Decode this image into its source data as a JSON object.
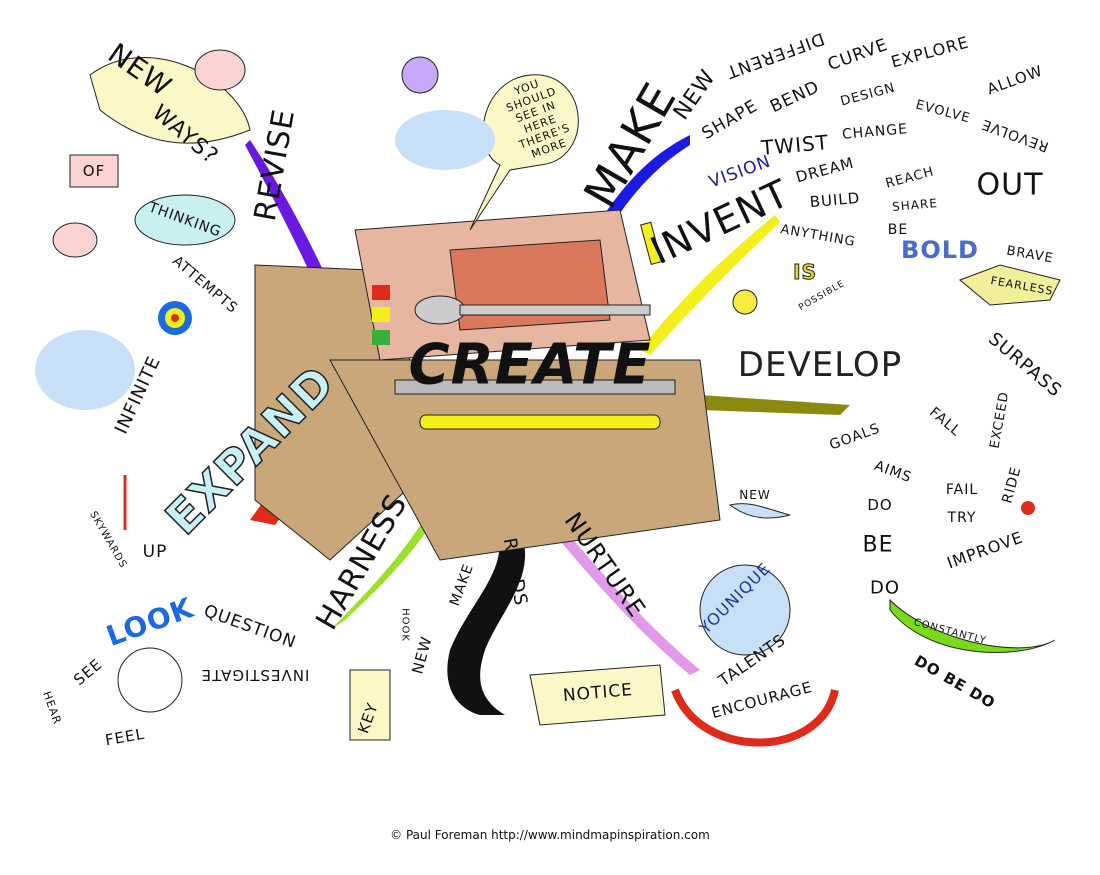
{
  "center": "CREATE",
  "bubble": "YOU SHOULD SEE IN HERE THERE'S MORE",
  "top_left": {
    "new": "NEW",
    "ways": "WAYS?",
    "of": "OF",
    "thinking": "THINKING",
    "revise": "REVISE"
  },
  "make": {
    "make": "MAKE",
    "new": "NEW",
    "different": "DIFFERENT",
    "shape": "SHAPE",
    "bend": "BEND",
    "curve": "CURVE",
    "explore": "EXPLORE",
    "twist": "TWIST",
    "design": "DESIGN",
    "change": "CHANGE",
    "evolve": "EVOLVE",
    "allow": "ALLOW",
    "revolve": "REVOLVE",
    "vision": "VISION"
  },
  "invent": {
    "i": "I",
    "invent": "INVENT",
    "dream": "DREAM",
    "build": "BUILD",
    "reach": "REACH",
    "share": "SHARE",
    "out": "OUT",
    "anything": "ANYTHING",
    "be": "BE",
    "bold": "BOLD",
    "brave": "BRAVE",
    "fearless": "FEARLESS",
    "is": "IS",
    "possible": "POSSIBLE"
  },
  "develop": {
    "develop": "DEVELOP",
    "surpass": "SURPASS",
    "exceed": "EXCEED",
    "fall": "FALL",
    "goals": "GOALS",
    "aims": "AIMS",
    "do": "DO",
    "fail": "FAIL",
    "try": "TRY",
    "improve": "IMPROVE",
    "ride": "RIDE",
    "be": "BE",
    "do2": "DO",
    "constantly": "CONSTANTLY",
    "dobedo": "DO BE DO"
  },
  "new_right": "NEW",
  "nurture": {
    "nurture": "NURTURE",
    "younique": "YOUNIQUE",
    "talents": "TALENTS",
    "encourage": "ENCOURAGE",
    "notice": "NOTICE"
  },
  "roads": {
    "new": "NEW",
    "make": "MAKE",
    "roads": "ROADS"
  },
  "harness": {
    "harness": "HARNESS",
    "hook": "HOOK",
    "key": "KEY",
    "question": "QUESTION",
    "investigate": "INVESTIGATE",
    "look": "LOOK",
    "see": "SEE",
    "hear": "HEAR",
    "feel": "FEEL"
  },
  "expand": {
    "expand": "EXPAND",
    "up": "UP",
    "skywards": "SKYWARDS",
    "infinite": "INFINITE",
    "attempts": "ATTEMPTS"
  },
  "footer": "© Paul Foreman http://www.mindmapinspiration.com"
}
